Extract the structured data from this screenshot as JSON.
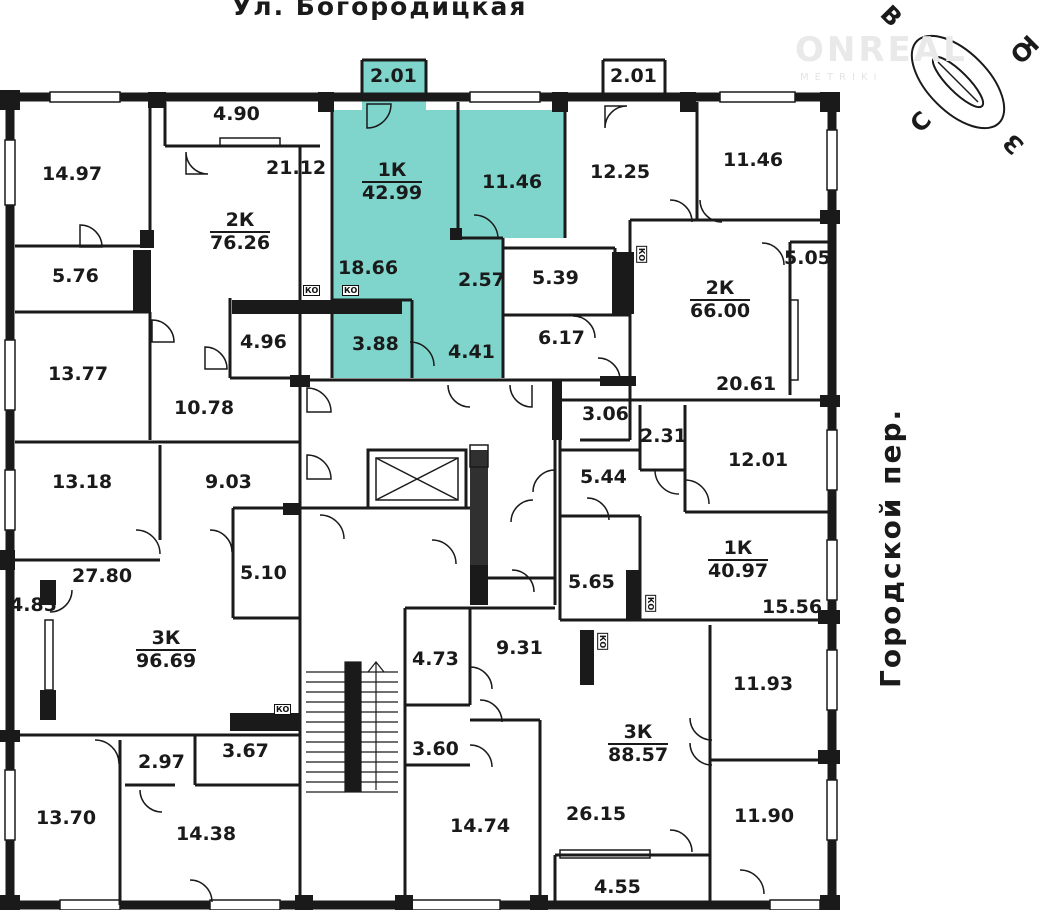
{
  "streets": {
    "top": "Ул. Богородицкая",
    "right": "Городской пер."
  },
  "compass": {
    "north": "С",
    "south": "Ю",
    "east": "В",
    "west": "З"
  },
  "watermark": {
    "brand": "ONREAL",
    "sub": "METRIKI"
  },
  "colors": {
    "highlight": "#7fd5cc",
    "wall": "#1a1a1a"
  },
  "ko_label": "КО",
  "apartments": [
    {
      "id": "a1",
      "type": "2К",
      "area": "76.26"
    },
    {
      "id": "a2",
      "type": "1К",
      "area": "42.99"
    },
    {
      "id": "a3",
      "type": "2К",
      "area": "66.00"
    },
    {
      "id": "a4",
      "type": "1К",
      "area": "40.97"
    },
    {
      "id": "a5",
      "type": "3К",
      "area": "96.69"
    },
    {
      "id": "a6",
      "type": "3К",
      "area": "88.57"
    }
  ],
  "rooms": [
    "2.01",
    "4.90",
    "2.01",
    "14.97",
    "21.12",
    "11.46",
    "12.25",
    "11.46",
    "18.66",
    "2.57",
    "5.39",
    "5.05",
    "5.76",
    "4.96",
    "3.88",
    "4.41",
    "6.17",
    "13.77",
    "10.78",
    "20.61",
    "3.06",
    "2.31",
    "12.01",
    "13.18",
    "9.03",
    "5.44",
    "5.10",
    "5.65",
    "15.56",
    "27.80",
    "4.85",
    "4.73",
    "9.31",
    "11.93",
    "3.67",
    "2.97",
    "3.60",
    "13.70",
    "14.38",
    "14.74",
    "26.15",
    "11.90",
    "4.55"
  ]
}
